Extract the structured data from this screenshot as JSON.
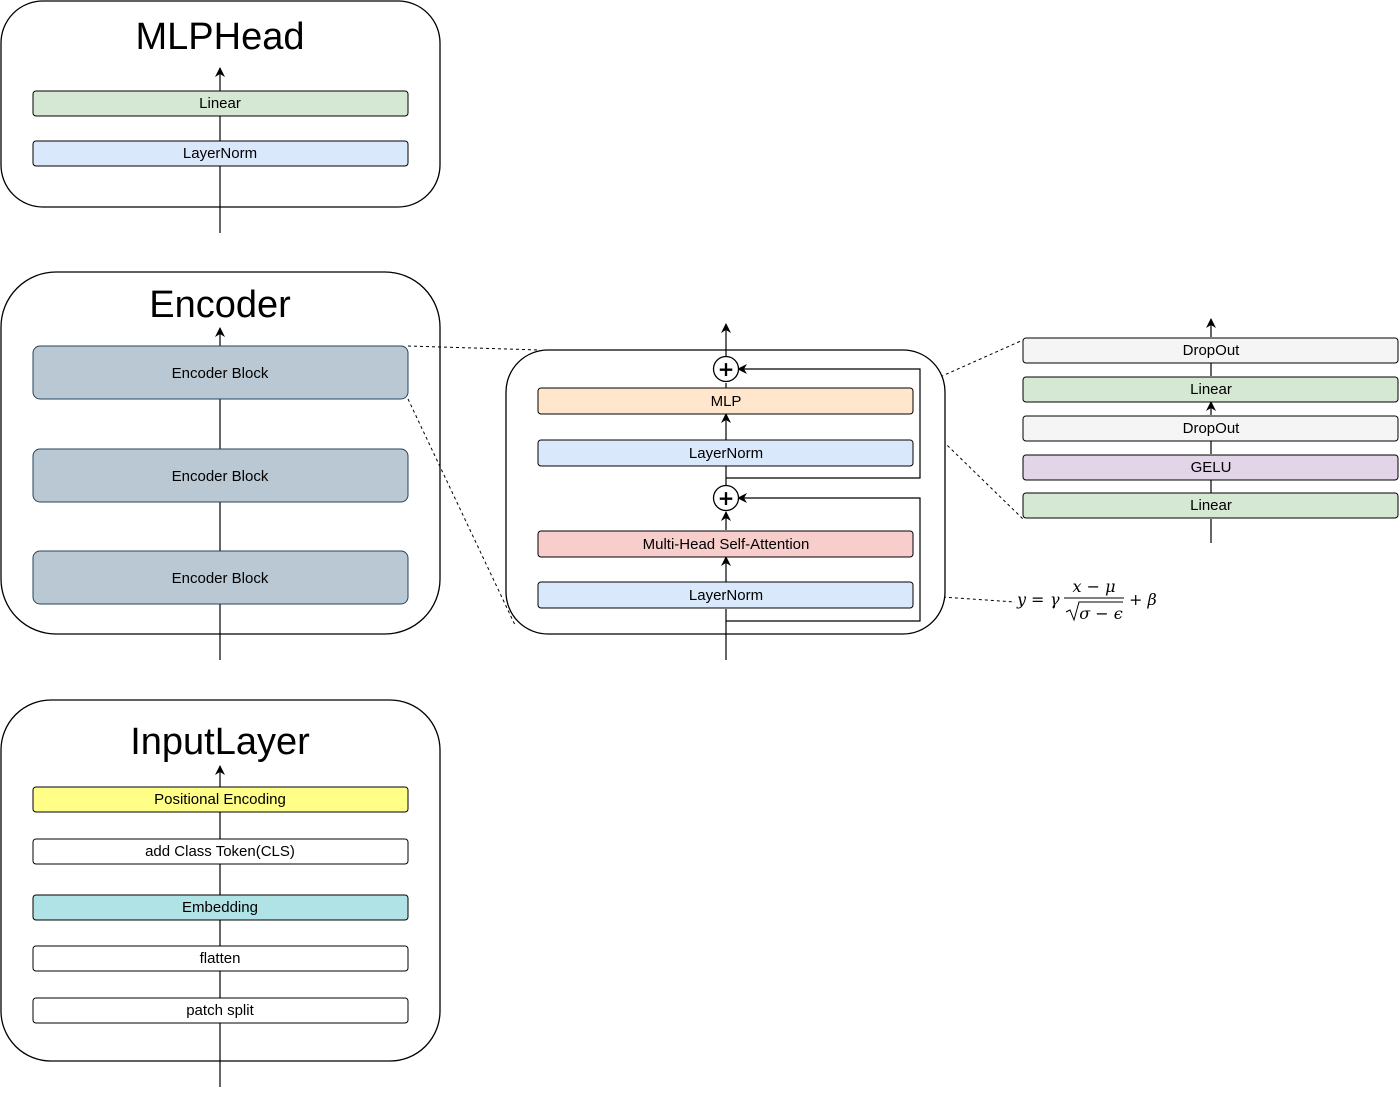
{
  "colors": {
    "linear_green": "#d5e8d4",
    "layernorm_blue": "#dae8fc",
    "encoder_grey": "#bac8d3",
    "mlp_orange": "#ffe6cc",
    "attention_red": "#f8cecc",
    "dropout_grey": "#f5f5f5",
    "gelu_purple": "#e1d5e7",
    "positional_yellow": "#ffff88",
    "embedding_cyan": "#b0e3e6",
    "plain_white": "#ffffff"
  },
  "mlp_head": {
    "title": "MLPHead",
    "layers": [
      "Linear",
      "LayerNorm"
    ]
  },
  "encoder": {
    "title": "Encoder",
    "blocks": [
      "Encoder Block",
      "Encoder Block",
      "Encoder Block"
    ]
  },
  "input_layer": {
    "title": "InputLayer",
    "layers": [
      "Positional Encoding",
      "add Class Token(CLS)",
      "Embedding",
      "flatten",
      "patch split"
    ]
  },
  "encoder_block": {
    "layers": [
      "MLP",
      "LayerNorm",
      "Multi-Head Self-Attention",
      "LayerNorm"
    ],
    "add_symbol": "+"
  },
  "mlp": {
    "layers": [
      "DropOut",
      "Linear",
      "DropOut",
      "GELU",
      "Linear"
    ]
  },
  "equation": {
    "y": "y",
    "eq": "=",
    "gamma": "γ",
    "numerator": "x − μ",
    "denominator": "σ − ϵ",
    "plus_beta": "+ β"
  }
}
